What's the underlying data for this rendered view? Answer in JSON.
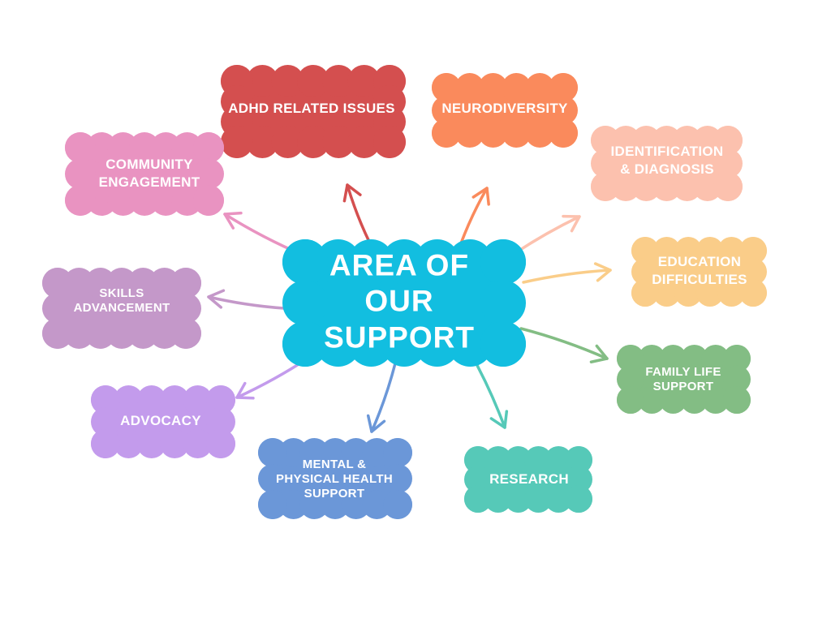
{
  "title": "AREA OF OUR SUPPORT",
  "center_color": "#12BEE0",
  "nodes": [
    {
      "id": "adhd",
      "label": "ADHD RELATED ISSUES",
      "color": "#D44F4F"
    },
    {
      "id": "neurodiversity",
      "label": "NEURODIVERSITY",
      "color": "#FA8A5C"
    },
    {
      "id": "identification",
      "label": "IDENTIFICATION\n& DIAGNOSIS",
      "color": "#FCC1AE"
    },
    {
      "id": "education",
      "label": "EDUCATION\nDIFFICULTIES",
      "color": "#FACD89"
    },
    {
      "id": "family",
      "label": "FAMILY LIFE\nSUPPORT",
      "color": "#83BD84"
    },
    {
      "id": "research",
      "label": "RESEARCH",
      "color": "#56C9B8"
    },
    {
      "id": "mental",
      "label": "MENTAL &\nPHYSICAL HEALTH\nSUPPORT",
      "color": "#6B97D8"
    },
    {
      "id": "advocacy",
      "label": "ADVOCACY",
      "color": "#C39BEC"
    },
    {
      "id": "skills",
      "label": "SKILLS\nADVANCEMENT",
      "color": "#C498C9"
    },
    {
      "id": "community",
      "label": "COMMUNITY\nENGAGEMENT",
      "color": "#E993C1"
    }
  ]
}
